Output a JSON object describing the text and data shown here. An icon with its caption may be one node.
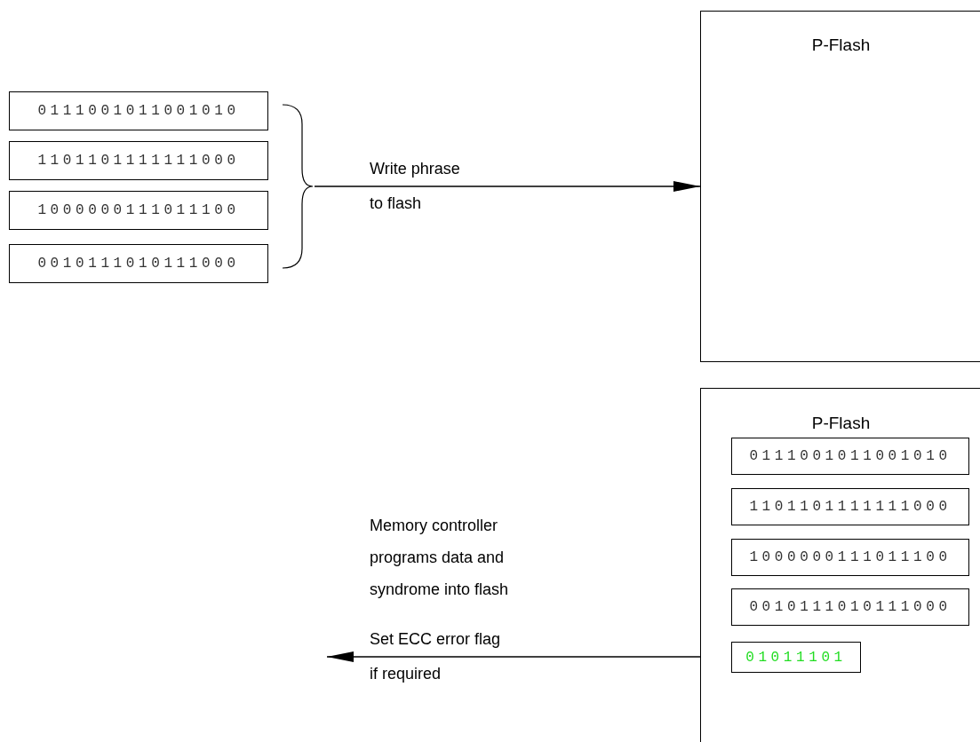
{
  "diagram": {
    "nodes": [
      {
        "text": [
          "0111001011001010"
        ]
      },
      {
        "text": [
          "1101101111111000"
        ]
      },
      {
        "text": [
          "1000000111011100"
        ]
      },
      {
        "text": [
          "0010111010111000"
        ]
      },
      {
        "text": [],
        "shape": "bracket"
      },
      {
        "text": [
          "P-Flash"
        ]
      },
      {
        "text": [
          "P-Flash"
        ]
      },
      {
        "text": [
          "0111001011001010"
        ],
        "in": 6
      },
      {
        "text": [
          "1101101111111000"
        ],
        "in": 6
      },
      {
        "text": [
          "1000000111011100"
        ],
        "in": 6
      },
      {
        "text": [
          "0010111010111000"
        ],
        "in": 6
      },
      {
        "text": [
          "01011101"
        ],
        "in": 6
      }
    ],
    "edges": [
      {
        "from": 4,
        "to": 5,
        "arrow": "to",
        "label": "Write phrase to flash"
      },
      {
        "from": 6,
        "to": null,
        "arrow": "to",
        "label": "Set ECC error flag if required"
      }
    ],
    "labels": [
      "Memory controller programs data and syndrome into flash"
    ]
  }
}
